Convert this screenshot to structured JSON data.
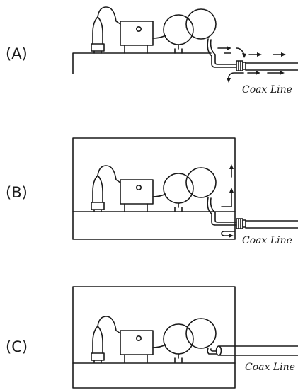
{
  "panels": [
    {
      "id": "A",
      "label": "(A)",
      "caption": "Coax Line"
    },
    {
      "id": "B",
      "label": "(B)",
      "caption": "Coax Line"
    },
    {
      "id": "C",
      "label": "(C)",
      "caption": "Coax Line"
    }
  ]
}
